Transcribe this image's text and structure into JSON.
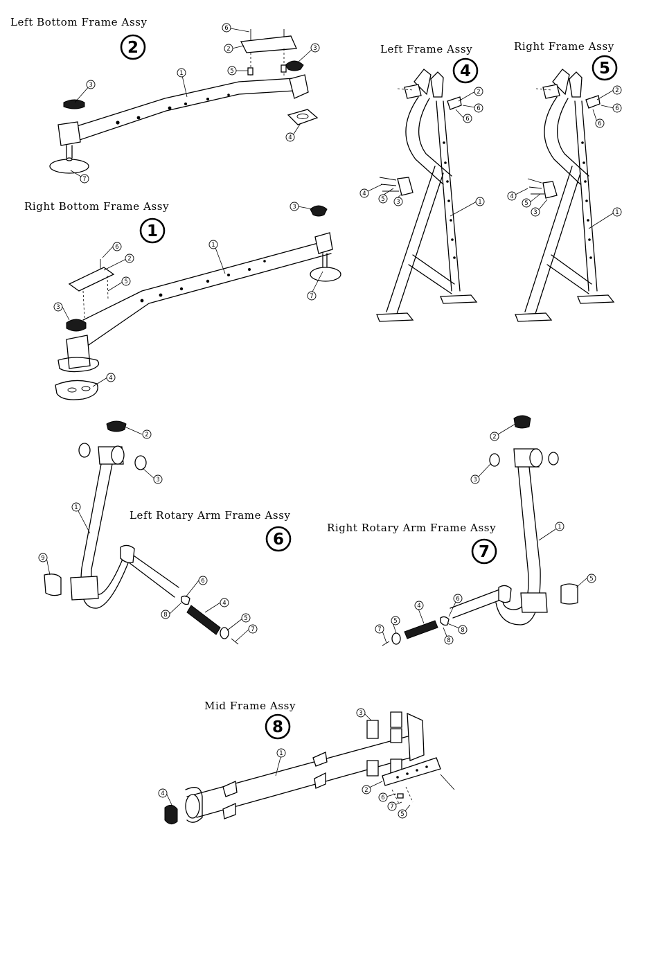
{
  "assemblies": [
    {
      "id": "left-bottom-frame-assy",
      "title": "Left Bottom Frame Assy",
      "badge": "2"
    },
    {
      "id": "right-bottom-frame-assy",
      "title": "Right Bottom Frame Assy",
      "badge": "1"
    },
    {
      "id": "left-frame-assy",
      "title": "Left  Frame Assy",
      "badge": "4"
    },
    {
      "id": "right-frame-assy",
      "title": "Right  Frame Assy",
      "badge": "5"
    },
    {
      "id": "left-rotary-arm-frame-assy",
      "title": "Left Rotary Arm Frame Assy",
      "badge": "6"
    },
    {
      "id": "right-rotary-arm-frame-assy",
      "title": "Right Rotary Arm Frame Assy",
      "badge": "7"
    },
    {
      "id": "mid-frame-assy",
      "title": "Mid Frame Assy",
      "badge": "8"
    }
  ],
  "callouts": {
    "a2": [
      "6",
      "2",
      "5",
      "3",
      "1",
      "3",
      "4",
      "7"
    ],
    "a1": [
      "3",
      "1",
      "6",
      "2",
      "5",
      "3",
      "7",
      "4"
    ],
    "a4": [
      "2",
      "6",
      "6",
      "4",
      "5",
      "3",
      "1"
    ],
    "a5": [
      "2",
      "6",
      "6",
      "4",
      "5",
      "3",
      "1"
    ],
    "a6": [
      "2",
      "3",
      "1",
      "9",
      "6",
      "8",
      "4",
      "5",
      "7"
    ],
    "a7": [
      "2",
      "3",
      "1",
      "5",
      "6",
      "8",
      "8",
      "4",
      "5",
      "7"
    ],
    "a8": [
      "3",
      "1",
      "4",
      "2",
      "6",
      "7",
      "5"
    ]
  }
}
